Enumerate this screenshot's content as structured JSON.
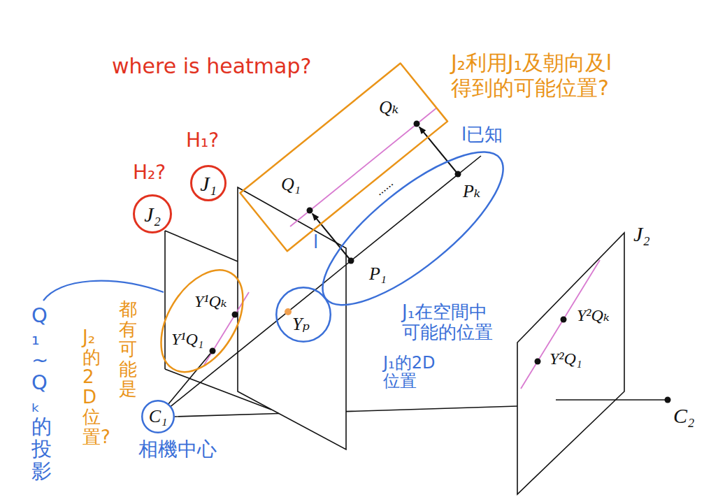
{
  "diagram": {
    "nodes": [
      {
        "text": [
          "J₁"
        ]
      },
      {
        "text": [
          "J₂"
        ]
      },
      {
        "text": [
          "Qₖ",
          "Q₁"
        ]
      },
      {
        "text": [
          "Pₖ",
          "P₁"
        ]
      },
      {
        "text": [
          "Y¹Qₖ",
          "Y¹Q₁"
        ]
      },
      {
        "text": [
          "Yₚ"
        ]
      },
      {
        "text": [
          "C₁"
        ]
      }
    ],
    "edges": [
      {
        "from": 3,
        "to": 2,
        "arrow": "to",
        "label": "l"
      },
      {
        "from": 3,
        "to": 2,
        "arrow": "to",
        "label": "l已知"
      },
      {
        "from": 6,
        "to": 5,
        "arrow": "none"
      },
      {
        "from": 5,
        "to": 3,
        "arrow": "none"
      },
      {
        "from": 6,
        "to": 4,
        "arrow": "none"
      }
    ],
    "labels": [
      "where is heatmap?",
      "J₂利用J₁及朝向及l得到的可能位置?",
      "H₂?",
      "H₁?",
      "......",
      "J₂",
      "Y²Qₖ",
      "Y²Q₁",
      "C₂",
      "Q₁~Qₖ的投影",
      "都有可能是",
      "J₂的2D位置?",
      "J₁在空間中可能的位置",
      "J₁的2D位置",
      "相機中心"
    ]
  }
}
